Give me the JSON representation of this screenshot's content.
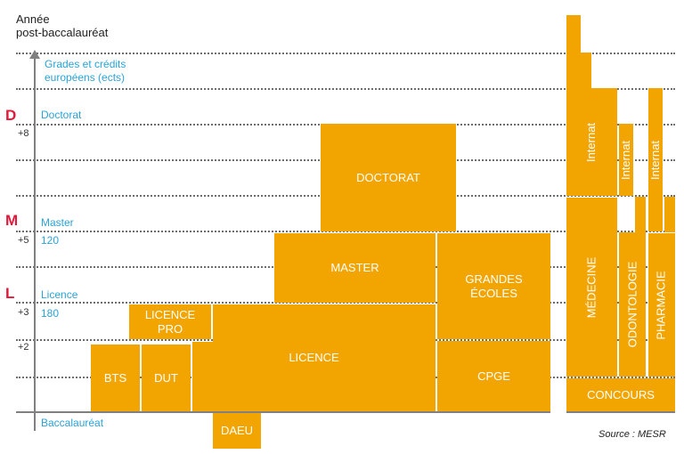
{
  "title_lines": [
    "Année",
    "post-baccalauréat"
  ],
  "axis_labels": {
    "credits_line1": "Grades et crédits",
    "credits_line2": "européens (ects)",
    "doctorat": "Doctorat",
    "master": "Master",
    "master_ects": "120",
    "licence": "Licence",
    "licence_ects": "180",
    "baccalaureat": "Baccalauréat"
  },
  "lmd": {
    "d": "D",
    "m": "M",
    "l": "L"
  },
  "ticks": {
    "plus8": "+8",
    "plus5": "+5",
    "plus3": "+3",
    "plus2": "+2"
  },
  "blocks": {
    "doctorat": "DOCTORAT",
    "master": "MASTER",
    "grandes_ecoles_1": "GRANDES",
    "grandes_ecoles_2": "ÉCOLES",
    "licence_pro_1": "LICENCE",
    "licence_pro_2": "PRO",
    "licence": "LICENCE",
    "bts": "BTS",
    "dut": "DUT",
    "cpge": "CPGE",
    "daeu": "DAEU",
    "internat_med": "Internat",
    "internat_odonto": "Internat",
    "internat_pharma": "Internat",
    "medecine": "MÉDECINE",
    "odontologie": "ODONTOLOGIE",
    "pharmacie": "PHARMACIE",
    "concours": "CONCOURS"
  },
  "source": "Source : MESR",
  "colors": {
    "block": "#f2a500",
    "accent_blue": "#29a3d8",
    "lmd_red": "#e2183a"
  }
}
